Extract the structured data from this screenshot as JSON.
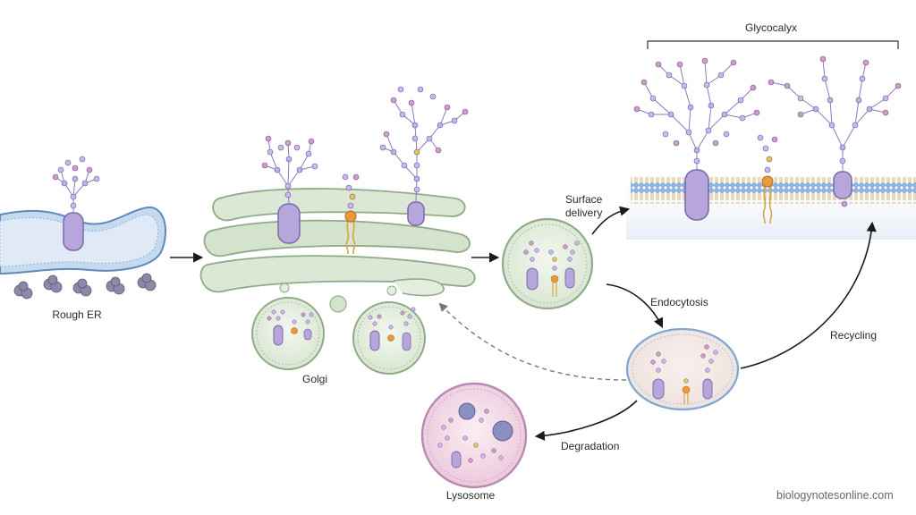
{
  "labels": {
    "rough_er": "Rough ER",
    "golgi": "Golgi",
    "surface_delivery_line1": "Surface",
    "surface_delivery_line2": "delivery",
    "endocytosis": "Endocytosis",
    "recycling": "Recycling",
    "degradation": "Degradation",
    "lysosome": "Lysosome",
    "glycocalyx": "Glycocalyx"
  },
  "watermark": "biologynotesonline.com",
  "colors": {
    "er_fill": "#bcd3ea",
    "golgi_fill": "#dbe8d6",
    "golgi_stroke": "#8fab88",
    "membrane_blue": "#7fa6d6",
    "protein": "#b7a6dc",
    "protein_stroke": "#7c6aa8",
    "lipid_head": "#e89a3c",
    "lysosome_fill": "#f2dbe6",
    "lysosome_stroke": "#b989b4",
    "arrow": "#1a1a1a"
  }
}
